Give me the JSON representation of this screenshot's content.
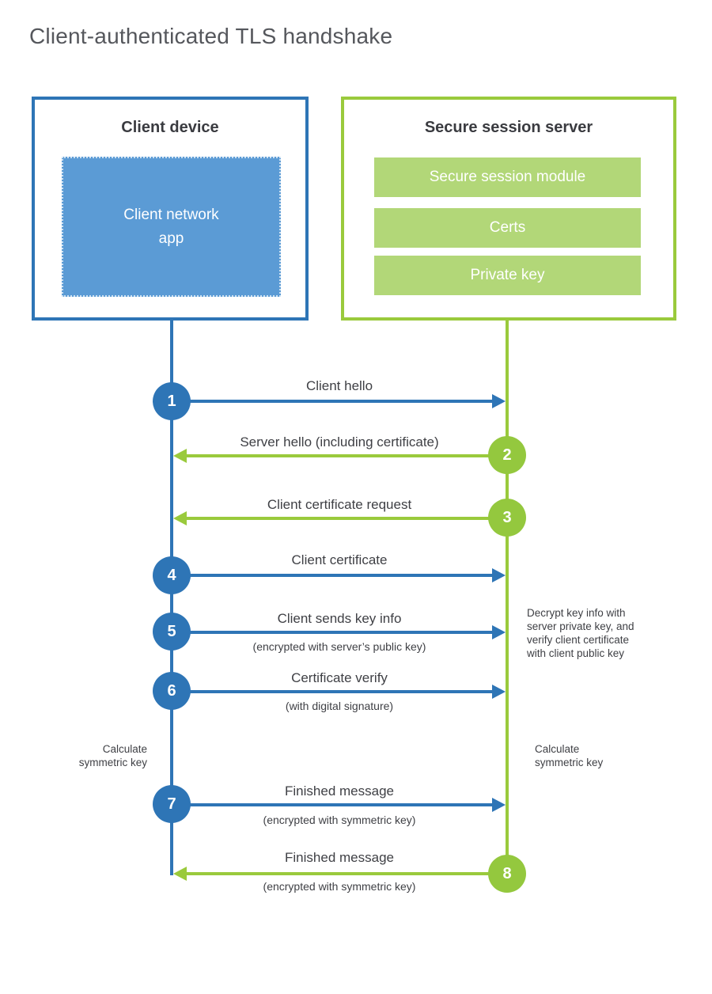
{
  "title": "Client-authenticated TLS handshake",
  "colors": {
    "blue_line": "#2e75b6",
    "blue_fill": "#5b9bd5",
    "green_line": "#9aca3c",
    "green_circle": "#94c83e",
    "green_fill": "#b2d778",
    "text_dark": "#3f4045",
    "title_gray": "#55575c"
  },
  "client": {
    "title": "Client device",
    "app_label": "Client network\napp"
  },
  "server": {
    "title": "Secure session server",
    "modules": [
      "Secure session module",
      "Certs",
      "Private key"
    ]
  },
  "steps": [
    {
      "number": "1",
      "label": "Client hello",
      "direction": "client-to-server",
      "color": "blue"
    },
    {
      "number": "2",
      "label": "Server hello (including certificate)",
      "direction": "server-to-client",
      "color": "green"
    },
    {
      "number": "3",
      "label": "Client certificate request",
      "direction": "server-to-client",
      "color": "green"
    },
    {
      "number": "4",
      "label": "Client certificate",
      "direction": "client-to-server",
      "color": "blue"
    },
    {
      "number": "5",
      "label": "Client sends key info",
      "sub": "(encrypted with server’s public key)",
      "direction": "client-to-server",
      "color": "blue"
    },
    {
      "number": "6",
      "label": "Certificate verify",
      "sub": "(with digital signature)",
      "direction": "client-to-server",
      "color": "blue"
    },
    {
      "number": "7",
      "label": "Finished message",
      "sub": "(encrypted with symmetric key)",
      "direction": "client-to-server",
      "color": "blue"
    },
    {
      "number": "8",
      "label": "Finished message",
      "sub": "(encrypted with symmetric key)",
      "direction": "server-to-client",
      "color": "green"
    }
  ],
  "notes": {
    "decrypt": "Decrypt key info with\nserver private key, and\nverify client certificate\nwith client public key",
    "calc_left": "Calculate\nsymmetric key",
    "calc_right": "Calculate\nsymmetric key"
  }
}
